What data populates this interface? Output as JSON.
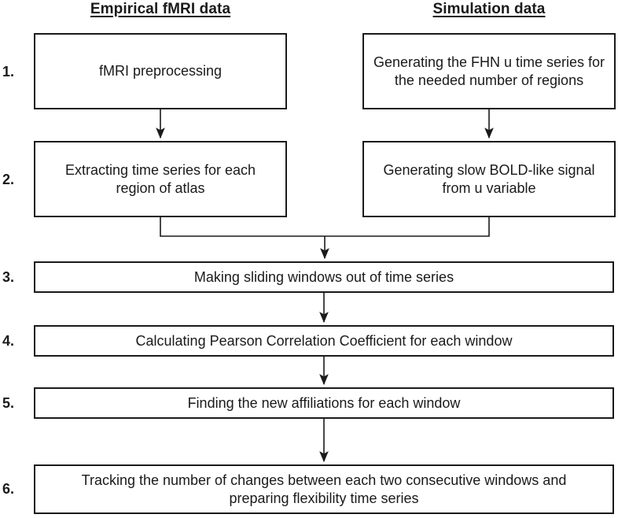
{
  "figure": {
    "type": "flowchart",
    "columns": {
      "left_header": "Empirical fMRI data",
      "right_header": "Simulation data"
    },
    "step_numbers": [
      "1.",
      "2.",
      "3.",
      "4.",
      "5.",
      "6."
    ],
    "boxes": {
      "empirical_step1": {
        "lines": [
          "fMRI preprocessing"
        ]
      },
      "simulation_step1": {
        "lines": [
          "Generating the FHN u time series for",
          "the needed number of regions"
        ]
      },
      "empirical_step2": {
        "lines": [
          "Extracting time series for each",
          "region of atlas"
        ]
      },
      "simulation_step2": {
        "lines": [
          "Generating slow BOLD-like signal",
          "from u variable"
        ]
      },
      "step3": {
        "lines": [
          "Making sliding windows out of time series"
        ]
      },
      "step4": {
        "lines": [
          "Calculating Pearson Correlation Coefficient for each window"
        ]
      },
      "step5": {
        "lines": [
          "Finding the new affiliations for each window"
        ]
      },
      "step6": {
        "lines": [
          "Tracking the number of changes between each two consecutive windows and",
          "preparing flexibility time series"
        ]
      }
    },
    "colors": {
      "line": "#1a1a1a",
      "text": "#1a1a1a",
      "background": "#ffffff"
    }
  }
}
